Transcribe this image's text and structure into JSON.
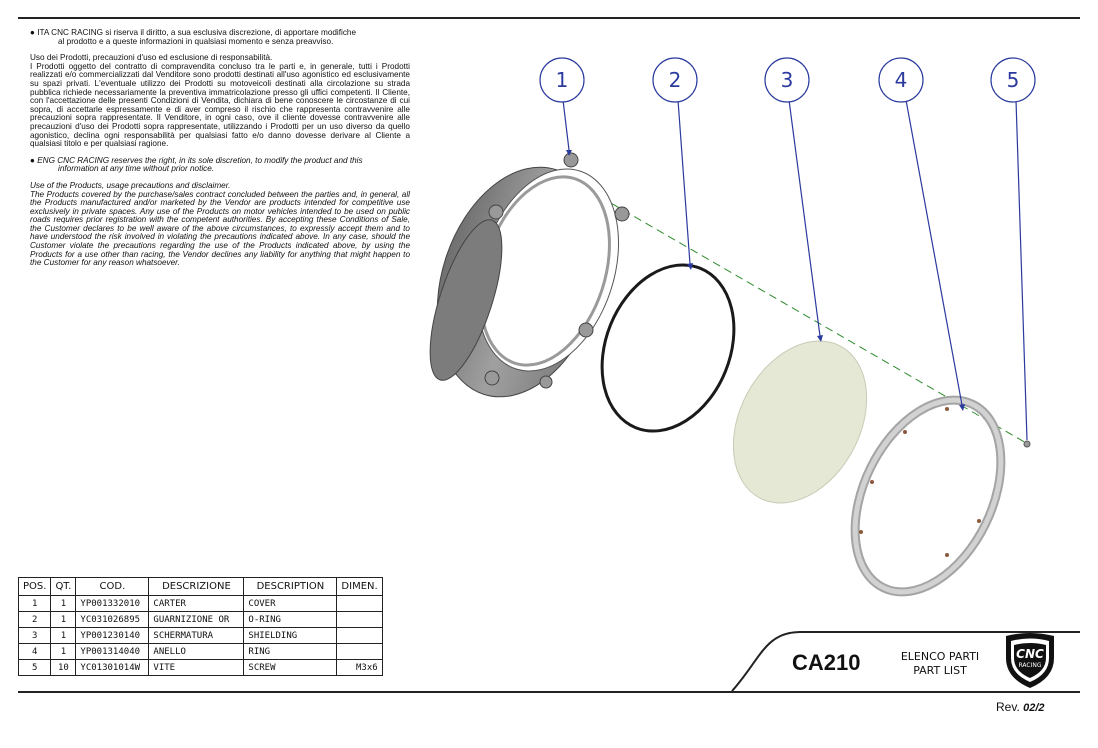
{
  "disclaimer": {
    "ita_head_1": "● ITA  CNC RACING si riserva il diritto, a sua esclusiva discrezione, di apportare modifiche",
    "ita_head_2": "al prodotto e a queste informazioni in qualsiasi momento e senza preavviso.",
    "ita_title": "Uso dei Prodotti, precauzioni d'uso ed esclusione di responsabilità.",
    "ita_body": "I Prodotti oggetto del contratto di compravendita concluso tra le parti e, in generale, tutti i Prodotti realizzati e/o commercializzati dal Venditore sono prodotti destinati all'uso agonistico ed esclusivamente su spazi privati. L'eventuale utilizzo dei Prodotti su motoveicoli destinati alla circolazione su strada pubblica richiede necessariamente la preventiva immatricolazione presso gli uffici competenti. Il Cliente, con l'accettazione delle presenti Condizioni di Vendita, dichiara di bene conoscere le circostanze di cui sopra, di accettarle espressamente e di aver compreso il rischio che rappresenta contravvenire alle precauzioni sopra rappresentate. Il Venditore, in ogni caso, ove il cliente dovesse contravvenire alle precauzioni d'uso dei Prodotti sopra rappresentate, utilizzando i Prodotti per un uso diverso da quello agonistico, declina ogni responsabilità per qualsiasi fatto e/o danno dovesse derivare al Cliente a qualsiasi titolo e per qualsiasi ragione.",
    "eng_head_1": "● ENG  CNC RACING reserves the right, in its sole discretion, to modify the product and this",
    "eng_head_2": "information at any time without prior notice.",
    "eng_title": "Use of the Products, usage precautions and disclaimer.",
    "eng_body": "The Products covered by the purchase/sales contract concluded between the parties and, in general, all the Products manufactured and/or marketed by the Vendor are products intended for competitive use exclusively in private spaces. Any use of the Products on motor vehicles intended to be used on public roads requires prior registration with the competent authorities. By accepting these Conditions of Sale, the Customer declares to be well aware of the above circumstances, to expressly accept them and to have understood the risk involved in violating the precautions indicated above. In any case, should the Customer violate the precautions regarding the use of the Products indicated above, by using the Products for a use other than racing, the Vendor declines any liability for anything that might happen to the Customer for any reason whatsoever."
  },
  "callouts": [
    "1",
    "2",
    "3",
    "4",
    "5"
  ],
  "table": {
    "headers": [
      "POS.",
      "QT.",
      "COD.",
      "DESCRIZIONE",
      "DESCRIPTION",
      "DIMEN."
    ],
    "rows": [
      [
        "1",
        "1",
        "YP001332010",
        "CARTER",
        "COVER",
        ""
      ],
      [
        "2",
        "1",
        "YC031026895",
        "GUARNIZIONE OR",
        "O-RING",
        ""
      ],
      [
        "3",
        "1",
        "YP001230140",
        "SCHERMATURA",
        "SHIELDING",
        ""
      ],
      [
        "4",
        "1",
        "YP001314040",
        "ANELLO",
        "RING",
        ""
      ],
      [
        "5",
        "10",
        "YC01301014W",
        "VITE",
        "SCREW",
        "M3x6"
      ]
    ]
  },
  "title_block": {
    "code": "CA210",
    "list_it": "ELENCO PARTI",
    "list_en": "PART LIST",
    "rev_label": "Rev.",
    "rev_value": "02/2",
    "logo_text_top": "CNC",
    "logo_text_bottom": "RACING"
  },
  "colors": {
    "callout": "#2b3a9e",
    "axis_line": "#2e8b2e",
    "part_grey": "#8a8a8a",
    "shield": "#e6e8d6"
  },
  "icons": [
    "cnc-racing-logo"
  ]
}
